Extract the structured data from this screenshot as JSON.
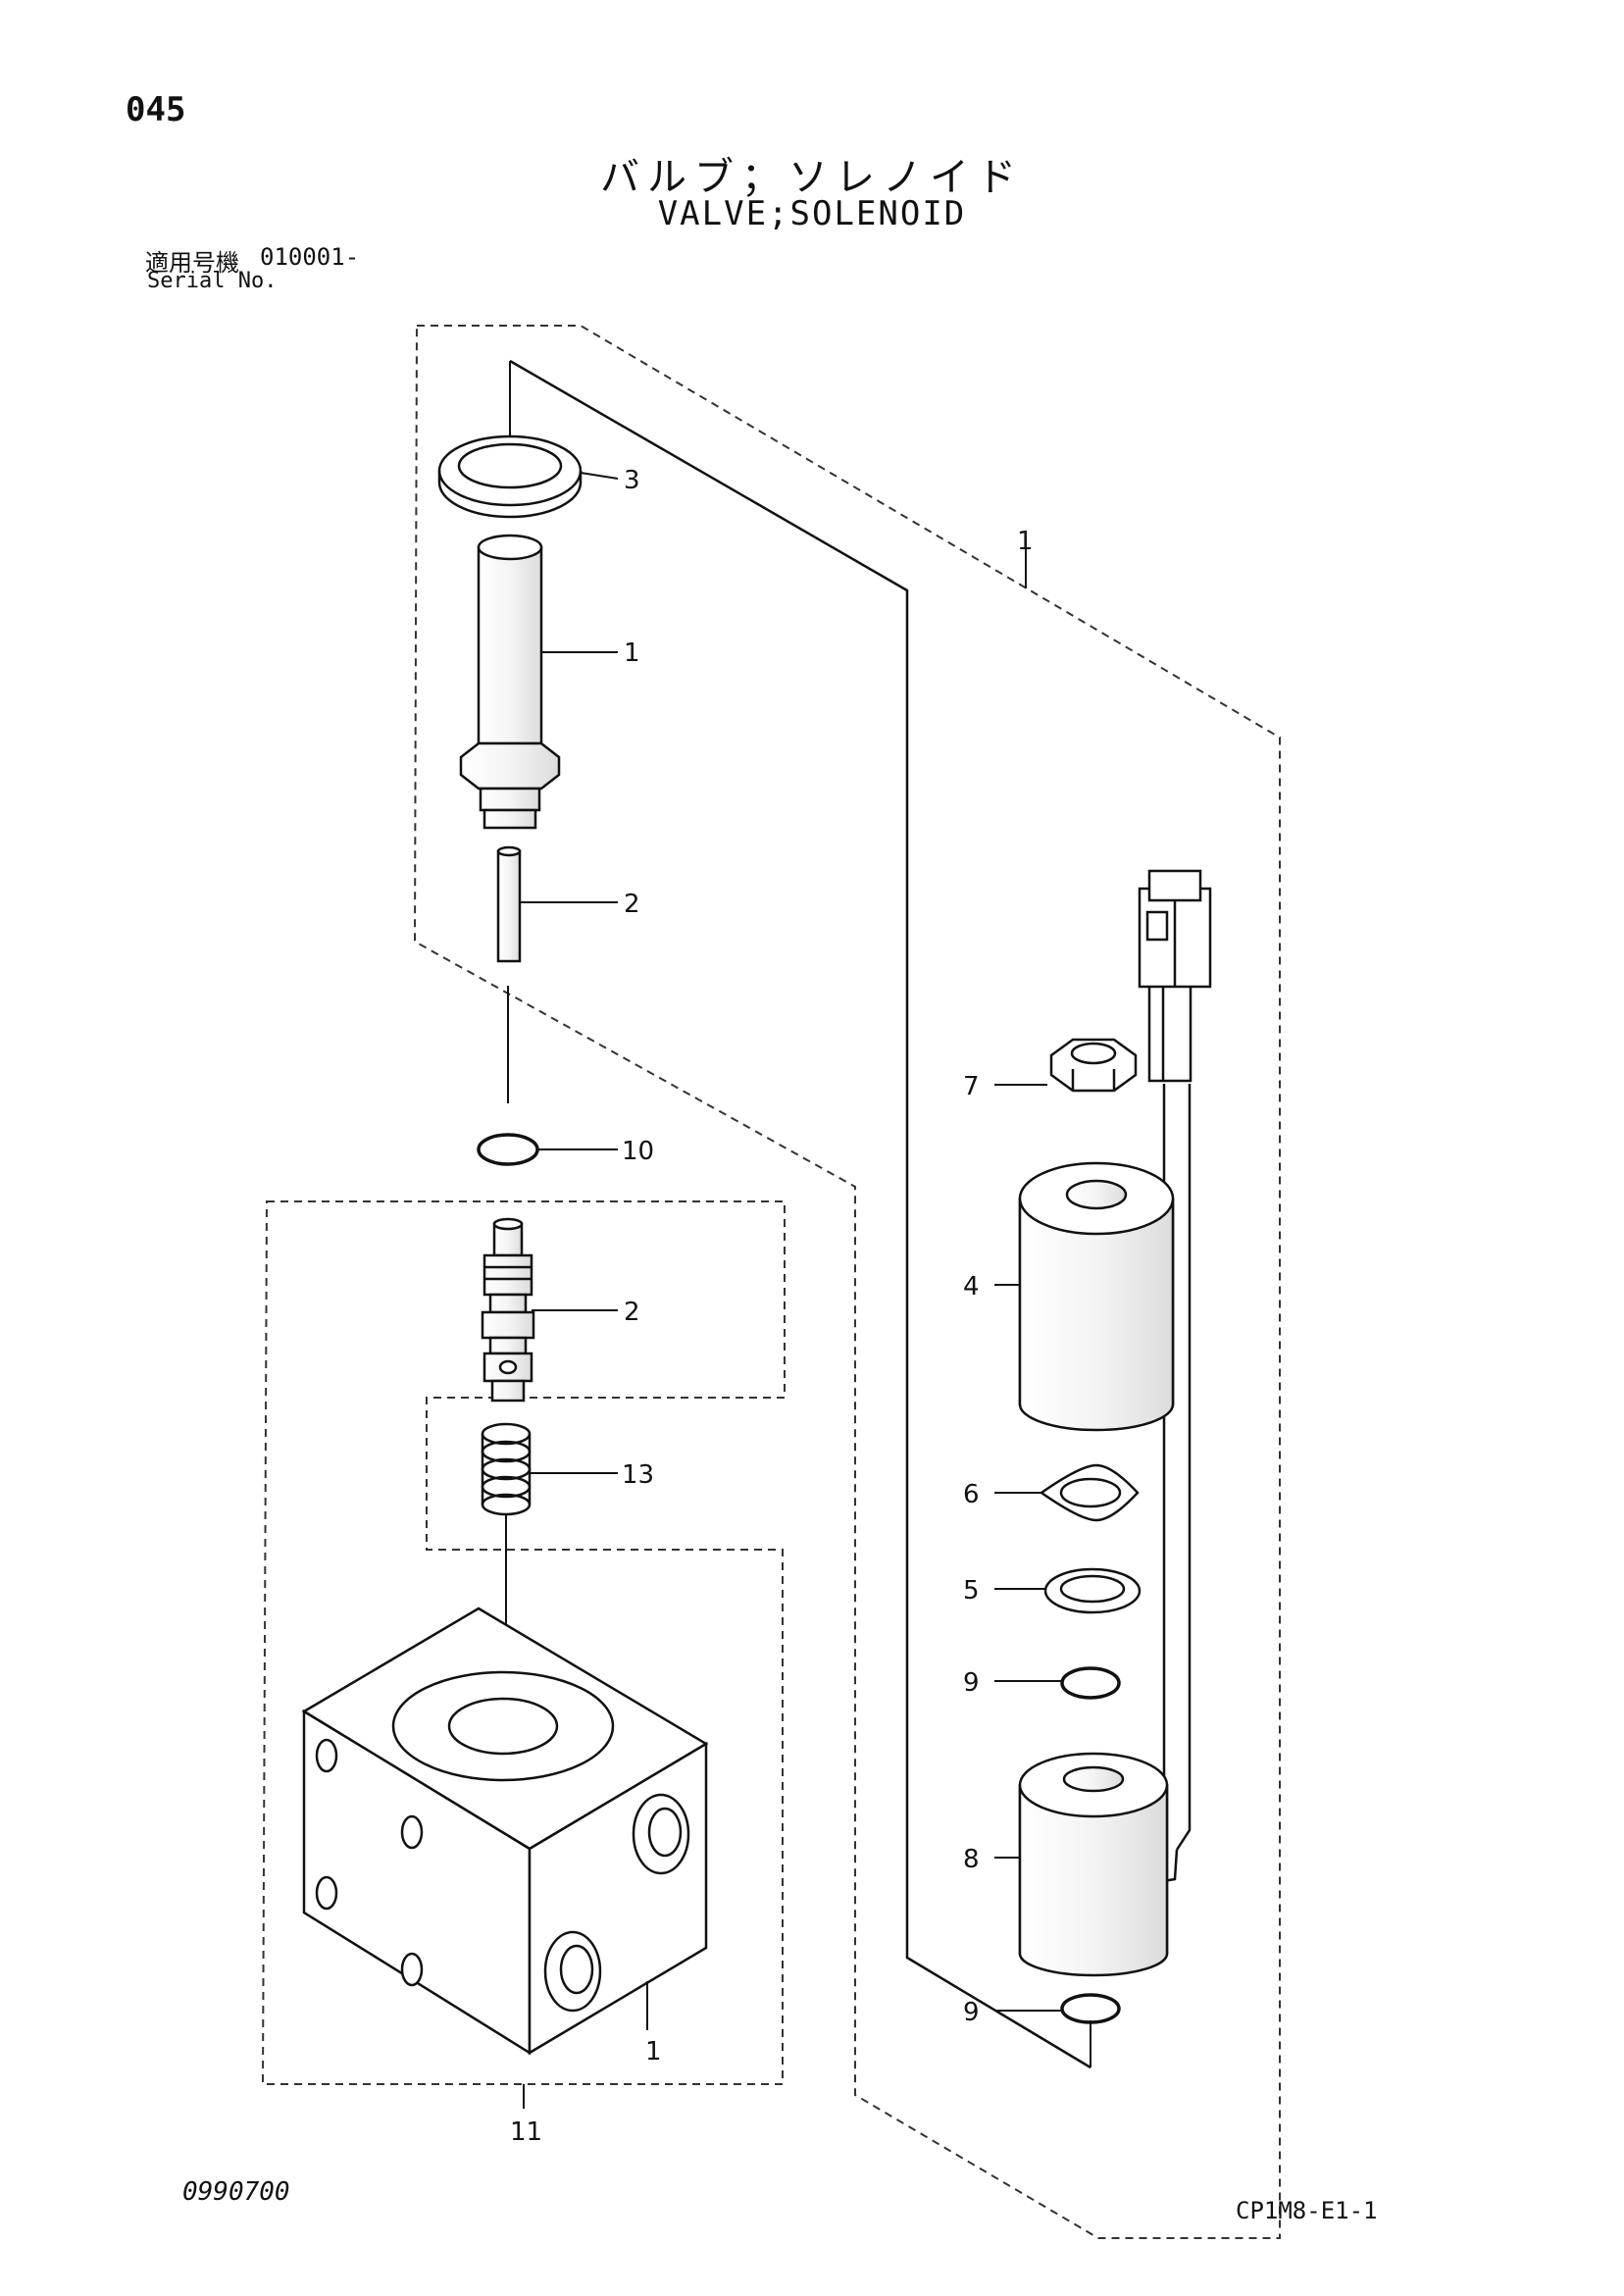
{
  "header": {
    "page_number": "045",
    "title_jp": "バルブ；ソレノイド",
    "title_en": "VALVE;SOLENOID",
    "serial_label_jp": "適用号機",
    "serial_value": "010001-",
    "serial_label_en": "Serial No."
  },
  "callouts": {
    "c3": "3",
    "c1_sleeve": "1",
    "c2_pin": "2",
    "c1_assembly": "1",
    "c10": "10",
    "c2_spool": "2",
    "c13": "13",
    "c1_body": "1",
    "c11": "11",
    "c7": "7",
    "c4": "4",
    "c6": "6",
    "c5": "5",
    "c9_upper": "9",
    "c8": "8",
    "c9_lower": "9"
  },
  "footer": {
    "left_code": "0990700",
    "right_code": "CP1M8-E1-1"
  }
}
